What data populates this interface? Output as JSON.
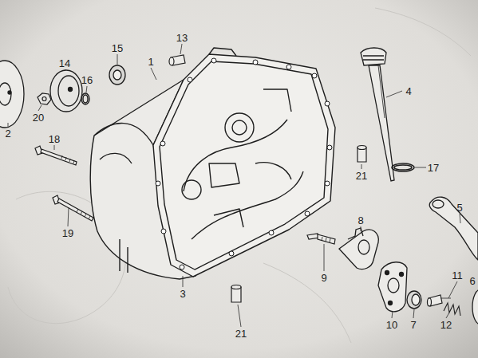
{
  "diagram": {
    "labels": [
      "13",
      "15",
      "14",
      "1",
      "16",
      "4",
      "2",
      "20",
      "18",
      "21",
      "17",
      "8",
      "5",
      "19",
      "9",
      "11",
      "6",
      "3",
      "21",
      "10",
      "7",
      "12"
    ]
  }
}
